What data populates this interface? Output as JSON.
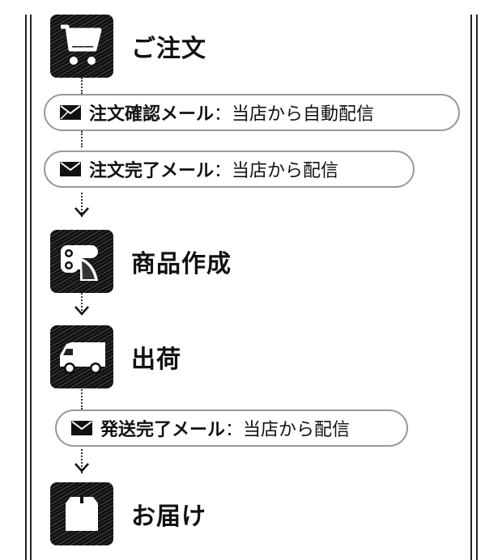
{
  "steps": [
    {
      "id": "order",
      "label": "ご注文",
      "icon": "shopping-cart-icon"
    },
    {
      "id": "production",
      "label": "商品作成",
      "icon": "printer-icon"
    },
    {
      "id": "shipping",
      "label": "出荷",
      "icon": "delivery-truck-icon"
    },
    {
      "id": "delivery",
      "label": "お届け",
      "icon": "package-box-icon"
    }
  ],
  "emails": [
    {
      "title": "注文確認メール",
      "sep": "：",
      "desc": "当店から自動配信",
      "icon": "envelope-icon"
    },
    {
      "title": "注文完了メール",
      "sep": "：",
      "desc": "当店から配信",
      "icon": "envelope-icon"
    },
    {
      "title": "発送完了メール",
      "sep": "：",
      "desc": "当店から配信",
      "icon": "envelope-icon"
    }
  ],
  "colors": {
    "icon_bg": "#111111",
    "pill_border": "#999999",
    "rail": "#222222"
  }
}
